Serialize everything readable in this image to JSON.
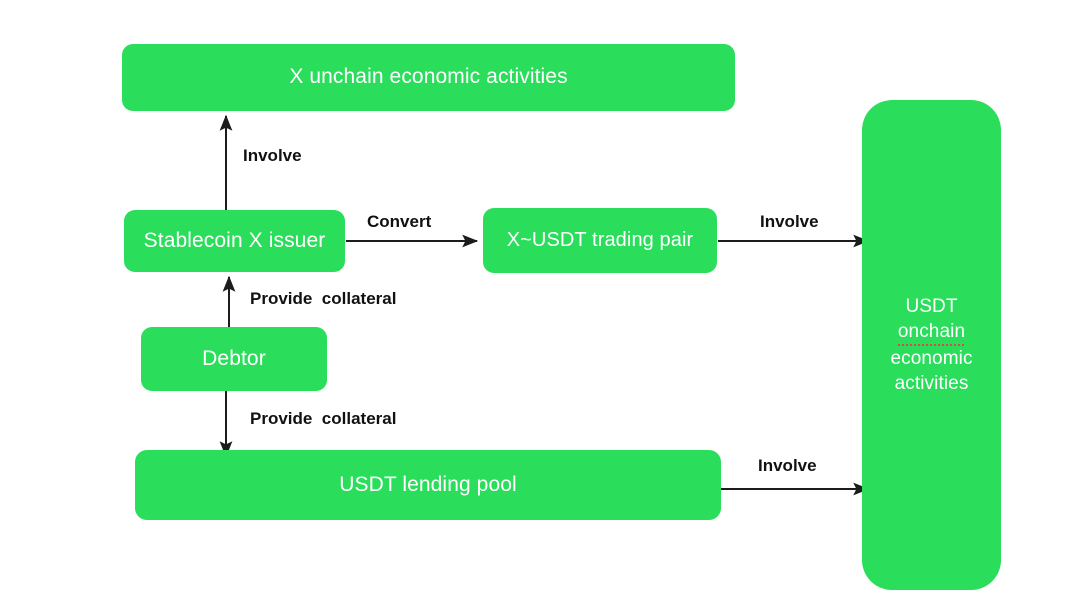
{
  "diagram": {
    "title": "Stablecoin X and USDT flow diagram",
    "colors": {
      "node_fill": "#2ade5c",
      "node_text": "#ffffff",
      "edge_stroke": "#1c1c1c",
      "label_text": "#111111",
      "background": "#ffffff",
      "spellcheck_underline": "#d94a4a"
    },
    "nodes": [
      {
        "id": "top",
        "label": "X unchain economic activities"
      },
      {
        "id": "issuer",
        "label": "Stablecoin X issuer"
      },
      {
        "id": "pair",
        "label": "X~USDT trading pair"
      },
      {
        "id": "debtor",
        "label": "Debtor"
      },
      {
        "id": "pool",
        "label": "USDT lending pool"
      },
      {
        "id": "usdt",
        "label": "USDT onchain economic activities",
        "lines": [
          "USDT",
          "onchain",
          "economic",
          "activities"
        ]
      }
    ],
    "edges": [
      {
        "id": "issuer-to-top",
        "label": "Involve",
        "from": "issuer",
        "to": "top",
        "direction": "up"
      },
      {
        "id": "issuer-to-pair",
        "label": "Convert",
        "from": "issuer",
        "to": "pair",
        "direction": "right"
      },
      {
        "id": "pair-to-usdt",
        "label": "Involve",
        "from": "pair",
        "to": "usdt",
        "direction": "right"
      },
      {
        "id": "debtor-to-issuer",
        "label": "Provide  collateral",
        "from": "debtor",
        "to": "issuer",
        "direction": "up"
      },
      {
        "id": "debtor-to-pool",
        "label": "Provide  collateral",
        "from": "debtor",
        "to": "pool",
        "direction": "down"
      },
      {
        "id": "pool-to-usdt",
        "label": "Involve",
        "from": "pool",
        "to": "usdt",
        "direction": "right"
      }
    ]
  }
}
